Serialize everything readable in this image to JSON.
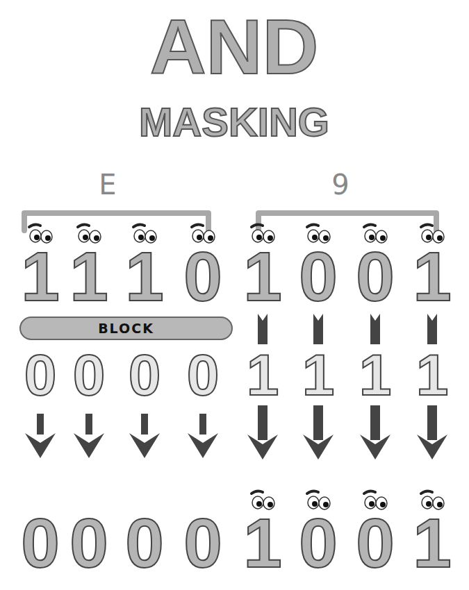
{
  "diagram": {
    "title": "AND",
    "nodes": [
      {
        "text": [
          "BLOCK"
        ]
      }
    ],
    "labels": [
      "MASKING",
      "E",
      "9",
      "1",
      "1",
      "1",
      "0",
      "1",
      "0",
      "0",
      "1",
      "0",
      "0",
      "0",
      "0",
      "1",
      "1",
      "1",
      "1",
      "0",
      "0",
      "0",
      "0",
      "1",
      "0",
      "0",
      "1"
    ]
  }
}
